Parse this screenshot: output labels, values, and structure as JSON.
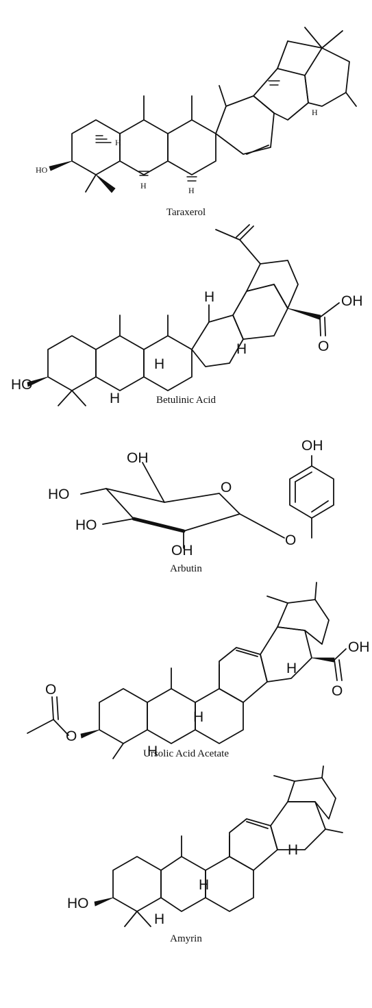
{
  "figures": [
    {
      "key": "taraxerol",
      "caption": "Taraxerol",
      "atom_labels": {
        "ho": "HO",
        "h1": "H",
        "h2": "H",
        "h3": "H",
        "h4": "H"
      }
    },
    {
      "key": "betulinic",
      "caption": "Betulinic Acid",
      "atom_labels": {
        "ho": "HO",
        "oh": "OH",
        "o": "O",
        "h1": "H",
        "h2": "H",
        "h3": "H",
        "h4": "H"
      }
    },
    {
      "key": "arbutin",
      "caption": "Arbutin",
      "atom_labels": {
        "oh_top": "OH",
        "oh_ch2": "OH",
        "ho1": "HO",
        "ho2": "HO",
        "oh_bottom": "OH",
        "o_ring": "O",
        "o_link": "O"
      }
    },
    {
      "key": "ursolic",
      "caption": "Ursolic Acid Acetate",
      "atom_labels": {
        "o_top": "O",
        "o_ester": "O",
        "oh": "OH",
        "o_acid": "O",
        "h1": "H",
        "h2": "H",
        "h3": "H"
      }
    },
    {
      "key": "amyrin",
      "caption": "Amyrin",
      "atom_labels": {
        "ho": "HO",
        "h1": "H",
        "h2": "H",
        "h3": "H"
      }
    }
  ]
}
